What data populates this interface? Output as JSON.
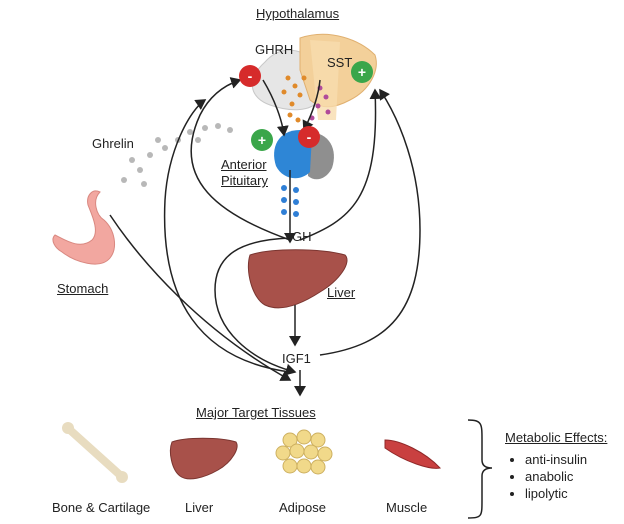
{
  "labels": {
    "hypothalamus": "Hypothalamus",
    "ghrh": "GHRH",
    "sst": "SST",
    "ghrelin": "Ghrelin",
    "anterior": "Anterior",
    "pituitary": "Pituitary",
    "gh": "GH",
    "stomach": "Stomach",
    "liver": "Liver",
    "igf1": "IGF1",
    "major_targets": "Major Target Tissues",
    "bone": "Bone & Cartilage",
    "liver_tissue": "Liver",
    "adipose": "Adipose",
    "muscle": "Muscle"
  },
  "metabolic": {
    "title": "Metabolic Effects:",
    "items": [
      "anti-insulin",
      "anabolic",
      "lipolytic"
    ]
  },
  "signs": {
    "stimulate": "+",
    "inhibit": "-"
  },
  "colors": {
    "stimulate": "#3aa64a",
    "inhibit": "#d62b2b",
    "gh_dots": "#2f7fd6",
    "ghrelin_dots": "#b8b8b8",
    "liver": "#a8514a",
    "stomach": "#f2a7a0",
    "pituitary": "#2e86d6"
  }
}
